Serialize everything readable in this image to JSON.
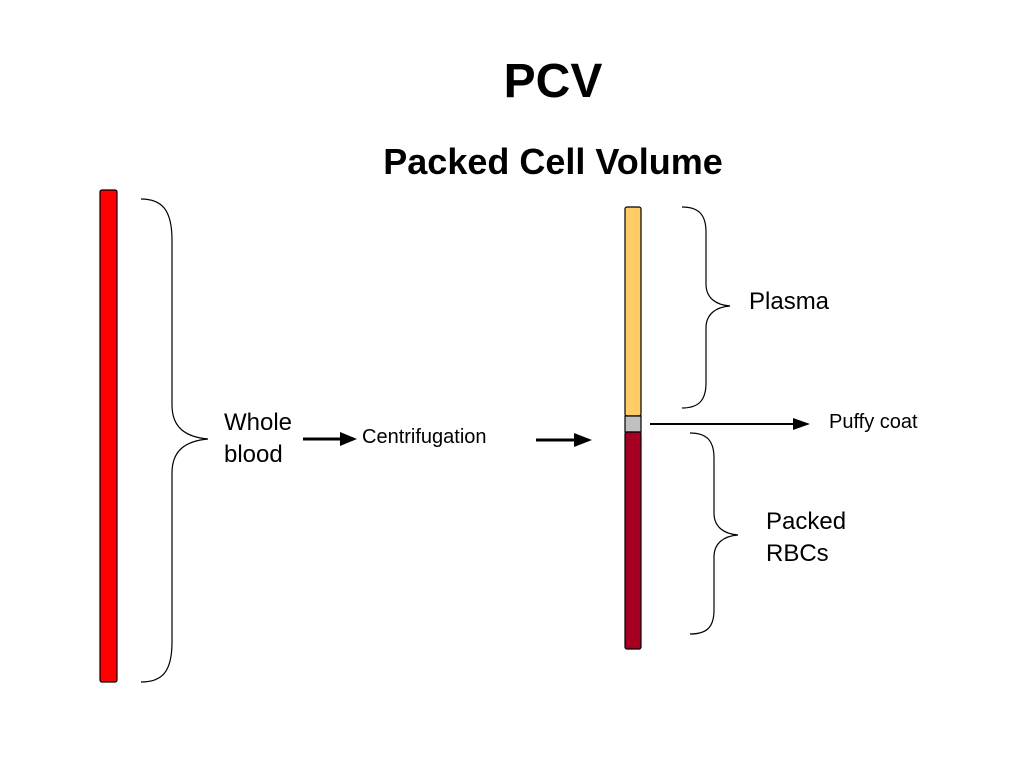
{
  "title": "PCV",
  "subtitle": "Packed Cell Volume",
  "labels": {
    "whole_blood_line1": "Whole",
    "whole_blood_line2": "blood",
    "centrifugation": "Centrifugation",
    "plasma": "Plasma",
    "buffy_coat": "Puffy coat",
    "packed_rbcs_line1": "Packed",
    "packed_rbcs_line2": "RBCs"
  },
  "colors": {
    "whole_blood": "#ff0000",
    "plasma": "#ffcc66",
    "buffy_coat": "#c0c0c0",
    "packed_rbcs": "#a50021",
    "outline": "#000000"
  }
}
